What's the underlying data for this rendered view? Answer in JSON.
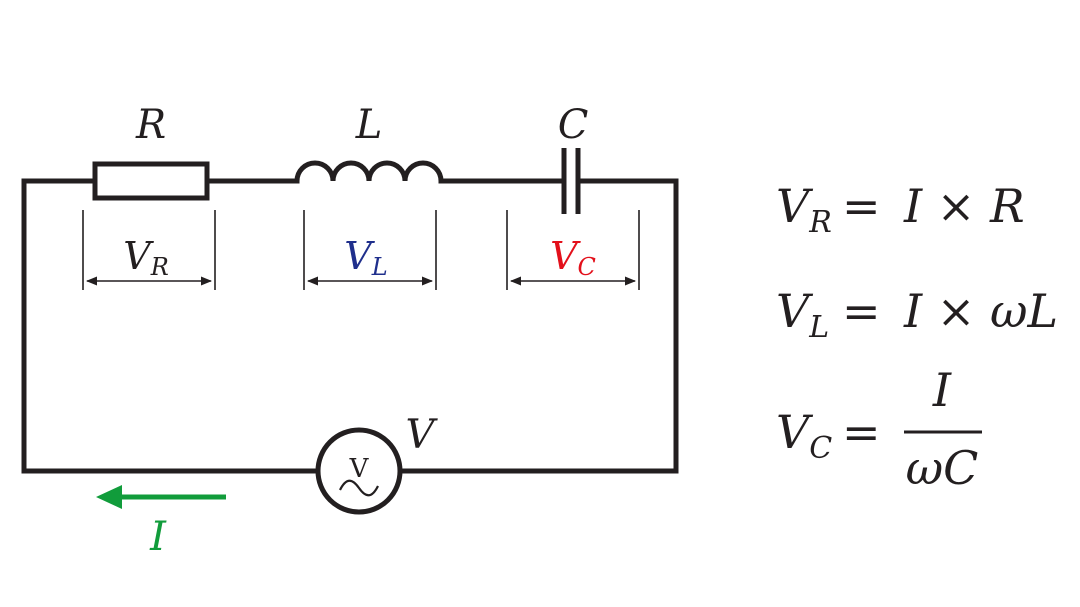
{
  "circuit": {
    "resistor_label": "R",
    "inductor_label": "L",
    "capacitor_label": "C",
    "source_label": "V",
    "source_symbol": "V",
    "current_label": "I"
  },
  "voltages": {
    "vr": {
      "main": "V",
      "sub": "R"
    },
    "vl": {
      "main": "V",
      "sub": "L"
    },
    "vc": {
      "main": "V",
      "sub": "C"
    }
  },
  "equations": {
    "eq1": {
      "lhs_main": "V",
      "lhs_sub": "R",
      "equals": "=",
      "rhs": "I × R"
    },
    "eq2": {
      "lhs_main": "V",
      "lhs_sub": "L",
      "equals": "=",
      "rhs": "I × ωL"
    },
    "eq3": {
      "lhs_main": "V",
      "lhs_sub": "C",
      "equals": "=",
      "numerator": "I",
      "denominator": "ωC"
    }
  },
  "colors": {
    "wire": "#231f20",
    "vl_color": "#1f2f8c",
    "vc_color": "#e3101b",
    "current_color": "#119c3b"
  }
}
